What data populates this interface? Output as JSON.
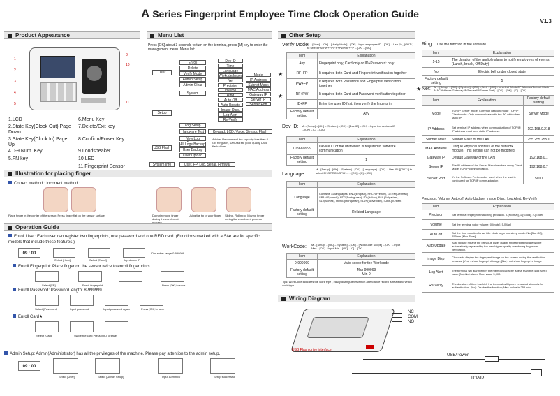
{
  "header": {
    "title": "Series Fingerprint Employee Time Clock Operation Guide",
    "title_prefix": "A",
    "version": "V1.3"
  },
  "sections": {
    "product": "Product Appearance",
    "menu": "Menu List",
    "other": "Other Setup",
    "placing": "Illustration for placing finger",
    "guide": "Operation Guide",
    "wiring": "Wiring Diagram"
  },
  "product_legend": [
    {
      "l": "1.LCD",
      "r": "6.Menu Key"
    },
    {
      "l": "2.State Key(Clock Out) Page Down",
      "r": "7.Delete/Exit key"
    },
    {
      "l": "3.State Key(Clock In) Page Up",
      "r": "8.Confirm/Power Key"
    },
    {
      "l": "4.0-9 Num. Key",
      "r": "9.Loudspeaker"
    },
    {
      "l": "5.FN key",
      "r": "10.LED"
    },
    {
      "l": "",
      "r": "11.Fingerprint Sensor"
    }
  ],
  "menu": {
    "intro": "Press [OK] about 3 seconds to turn on the terminal, press [M] key to enter the management menu. Menu list:",
    "user": "User",
    "user_items": [
      "Enroll",
      "Delete",
      "Verify Mode",
      "Admin Setup",
      "Admin Clear"
    ],
    "setup": "Setup",
    "system": "System",
    "system_items": [
      "Dev ID",
      "Time",
      "Language",
      "Wiekode/Impen",
      "Net",
      "Precision",
      "Volume",
      "Ring",
      "Auto Off",
      "Auto Update",
      "Image Disp.",
      "Log Alert",
      "Re-Verify"
    ],
    "net_items": [
      "Mode",
      "IP Address",
      "Subnet Mask",
      "MAC Address",
      "Gateway IP",
      "Server IP",
      "Server Port"
    ],
    "log_setup": "Log Setup",
    "hardware": "Hardware Test",
    "hardware_items": "Keypad, LCD, Voice, Sensor, Flash",
    "usb": "USB Flash",
    "usb_items": [
      "New Log Backup",
      "All Logs Backup",
      "User Backup",
      "User Upload"
    ],
    "usb_note": "Advice: Recommend the capacity less than 8 GB Kingston, SanDisk etc good quality USB flash driver.",
    "sysinfo": "System Info",
    "sysinfo_items": "User, FP, Log, Serial, Firmwar"
  },
  "placing": {
    "correct": "Correct method",
    "incorrect": "Incorrect method",
    "cap1": "Place finger in the center of the sensor. Press finger flat on the sensor surface.",
    "cap2": "Do not remove finger during the enrollment process.",
    "cap3": "Using the tip of your finger",
    "cap4": "Sliding, Rolling or Moving finger during the enrollment process"
  },
  "guide": {
    "enroll_user": "Enroll User:",
    "enroll_user_text": "Each user can register two fingerprints, one password and one RFID card.  (Functions marked with a Star are for specific models that include these features.)",
    "enroll_fp": "Enroll Fingerprint:",
    "enroll_fp_text": "Place finger on the sensor twice to enroll fingerprints.",
    "enroll_pw": "Enroll Password:",
    "enroll_pw_text": "Password length: 8-999999.",
    "enroll_card": "Enroll Card",
    "admin_setup": "Admin Setup:",
    "admin_setup_text": "Admin(Administrator) has all the privileges of the machine. Please pay attention to the admin setup.",
    "steps_user": [
      "Select [User]",
      "Select [Enroll]",
      "Input user ID",
      "ID number range:0-999999"
    ],
    "steps_fp": [
      "Select [FP]",
      "Enroll fingerprint",
      "Press [OK] to save"
    ],
    "steps_pw": [
      "Select [Password]",
      "Input password",
      "Input password again",
      "Press [OK] to save"
    ],
    "steps_card": [
      "Select [Card]",
      "Swipe the card Press [OK] to save"
    ],
    "steps_admin": [
      "Select [User]",
      "Select [Admin Setup]",
      "Input Admin ID",
      "Setup successful"
    ],
    "clock": "09 : 00"
  },
  "other": {
    "verify_mode": "Verify Mode:",
    "verify_path": "M→[User]→[OK]→[Verify Mode]→[OK]→Input employee ID→[OK]→ Use [%,,][OUT↓] to select FA/IPW+FP/FP+PW+RF+FP→[OK]→[OK]",
    "verify_rows": [
      [
        "Item",
        "Explanation"
      ],
      [
        "Any",
        "Fingerprint only, Card only or ID+Password: only"
      ],
      [
        "RF+FP",
        "It requires both Card and Fingerprint verification together"
      ],
      [
        "PW+FP",
        "It requires both Password and Fingerprint verification together"
      ],
      [
        "RF+PW",
        "It requires both Card and Password verification together"
      ],
      [
        "ID+FP",
        "Enter the user ID first, then verify the fingerprint"
      ],
      [
        "Factory default setting",
        "Any"
      ]
    ],
    "devid": "Dev ID:",
    "devid_path": "M→[Setup]→[OK]→[System]→[OK]→[Dev ID]→[OK]→Input the device's ID →[OK]→[C]→[OK]",
    "devid_rows": [
      [
        "Item",
        "Explanation"
      ],
      [
        "1-99999999",
        "Device ID of the unit which is required in software communication"
      ],
      [
        "Factory default setting",
        "1"
      ]
    ],
    "language": "Language:",
    "language_path": "M→[Setup]→[OK]→[System]→[OK]→[Language]→[OK]→ Use [IN↑][OUT↓] to select ENG/FRCH/SPAN...→[OK]→[C]→[OK]",
    "language_rows": [
      [
        "Item",
        "Explanation"
      ],
      [
        "Language",
        "Contains 11 languages: ENG(English), FRCH(French), GERM(German), SPAN(Spanish), PTG(Portuguese), ITA(Italian), BUL(Bulgarian), SLV(Slovak), HUNG(Hungarian), SLVN(Slovenian), TURK(Turkish)"
      ],
      [
        "Factory default setting",
        "Related Language"
      ]
    ],
    "workcode": "WorkCode:",
    "workcode_path": "M→[Setup]→[OK]→[System]→[OK]→[WorkCode Scope]→[OK] →Input Max→[OK]→Input Min→[OK]→[C]→[OK]",
    "workcode_rows": [
      [
        "Item",
        "Explanation"
      ],
      [
        "0-999999",
        "Valid scope for the Workcode"
      ],
      [
        "Factory default setting",
        "Max  999999\nMin    0"
      ]
    ],
    "workcode_tip": "Tips: WorkCode indicates the work type , easily distinguishes which attendance record is related to which work type.",
    "ring": "Ring:",
    "ring_desc": "Use the function in the software.",
    "ring_rows": [
      [
        "Item",
        "Explanation"
      ],
      [
        "1-15",
        "The duration of the audible alarm to notify employees of events. (Lunch, break, Off Duty)"
      ],
      [
        "No",
        "Electric bell under closed state"
      ],
      [
        "Factory default setting",
        "5"
      ]
    ],
    "net": "Net:",
    "net_path": "M→[Setup]→[OK]→[System]→[OK]→[Net]→[OK]→to select [Mode/IP Address/Subnet Mask MAC Address/Gateway IP/Server IP/Server Port]→[OK]→[OK]→[C]→[OK]",
    "net_rows": [
      [
        "Item",
        "Explanation",
        "Factory default setting"
      ],
      [
        "Mode",
        "TCP/IP Server mode: Common network mode TCP/IP Client mode: Only communicate with the PC which has static IP",
        "Server Mode"
      ],
      [
        "IP Address",
        "Set terminal IP address when communication of TCP/IP. IP address must be a static IP address",
        "192.168.0.218"
      ],
      [
        "Subnet Mask",
        "Subnet Mask of the LAN",
        "255.255.255.0"
      ],
      [
        "MAC Address",
        "Unique Physical address of the network module. This setting can not be modified.",
        ""
      ],
      [
        "Gateway IP",
        "Default Gateway of the LAN",
        "192.168.0.1"
      ],
      [
        "Server IP",
        "The IP address of the Server Machine when using Client Mode TCP/IP communication.",
        "192.168.0.7"
      ],
      [
        "Server Port",
        "It's the Software Port number used when the lead is configured for TCP/IP communication",
        "5010"
      ]
    ],
    "precision_title": "Precision, Volume, Auto off, Auto Update, Image Disp., Log Alert, Re-Verify",
    "precision_rows": [
      [
        "Item",
        "Explanation"
      ],
      [
        "Precision",
        "Set terminal fingerprint matching precision. 0-[Normal], 1-[Good], 2-[Excel]"
      ],
      [
        "Volume",
        "Set the terminal voice volume. 0-[mute], 5-[Max]"
      ],
      [
        "Auto off",
        "Set the time duration for an idle clock to go into sleep mode. No-[Not Off], 255min-[Max Time]"
      ],
      [
        "Auto Update",
        "Auto update means the previous lower quality fingerprint template will be automatically replaced by the new higher quality one during fingerprint verification."
      ],
      [
        "Image Disp.",
        "Choose to display the fingerprint image on the screen during the verification process. [Yes] - show fingerprint image, [No] - not show fingerprint image"
      ],
      [
        "Log Alert",
        "The terminal will alarm when the memory capacity is less than the [Log Alert] value.[No]-Not alarm, Max. value 5,000."
      ],
      [
        "Re-Verify",
        "The duration of time in which the terminal will ignore repeated attempts for authentication. [No]: Disable the function; Max. value is 255 min."
      ]
    ]
  },
  "wiring": {
    "nc": "NC",
    "com": "COM",
    "no": "NO",
    "usb_label": "USB Flash drive interface",
    "usb_power": "USB/Power",
    "tcpip": "TCP/IP"
  }
}
